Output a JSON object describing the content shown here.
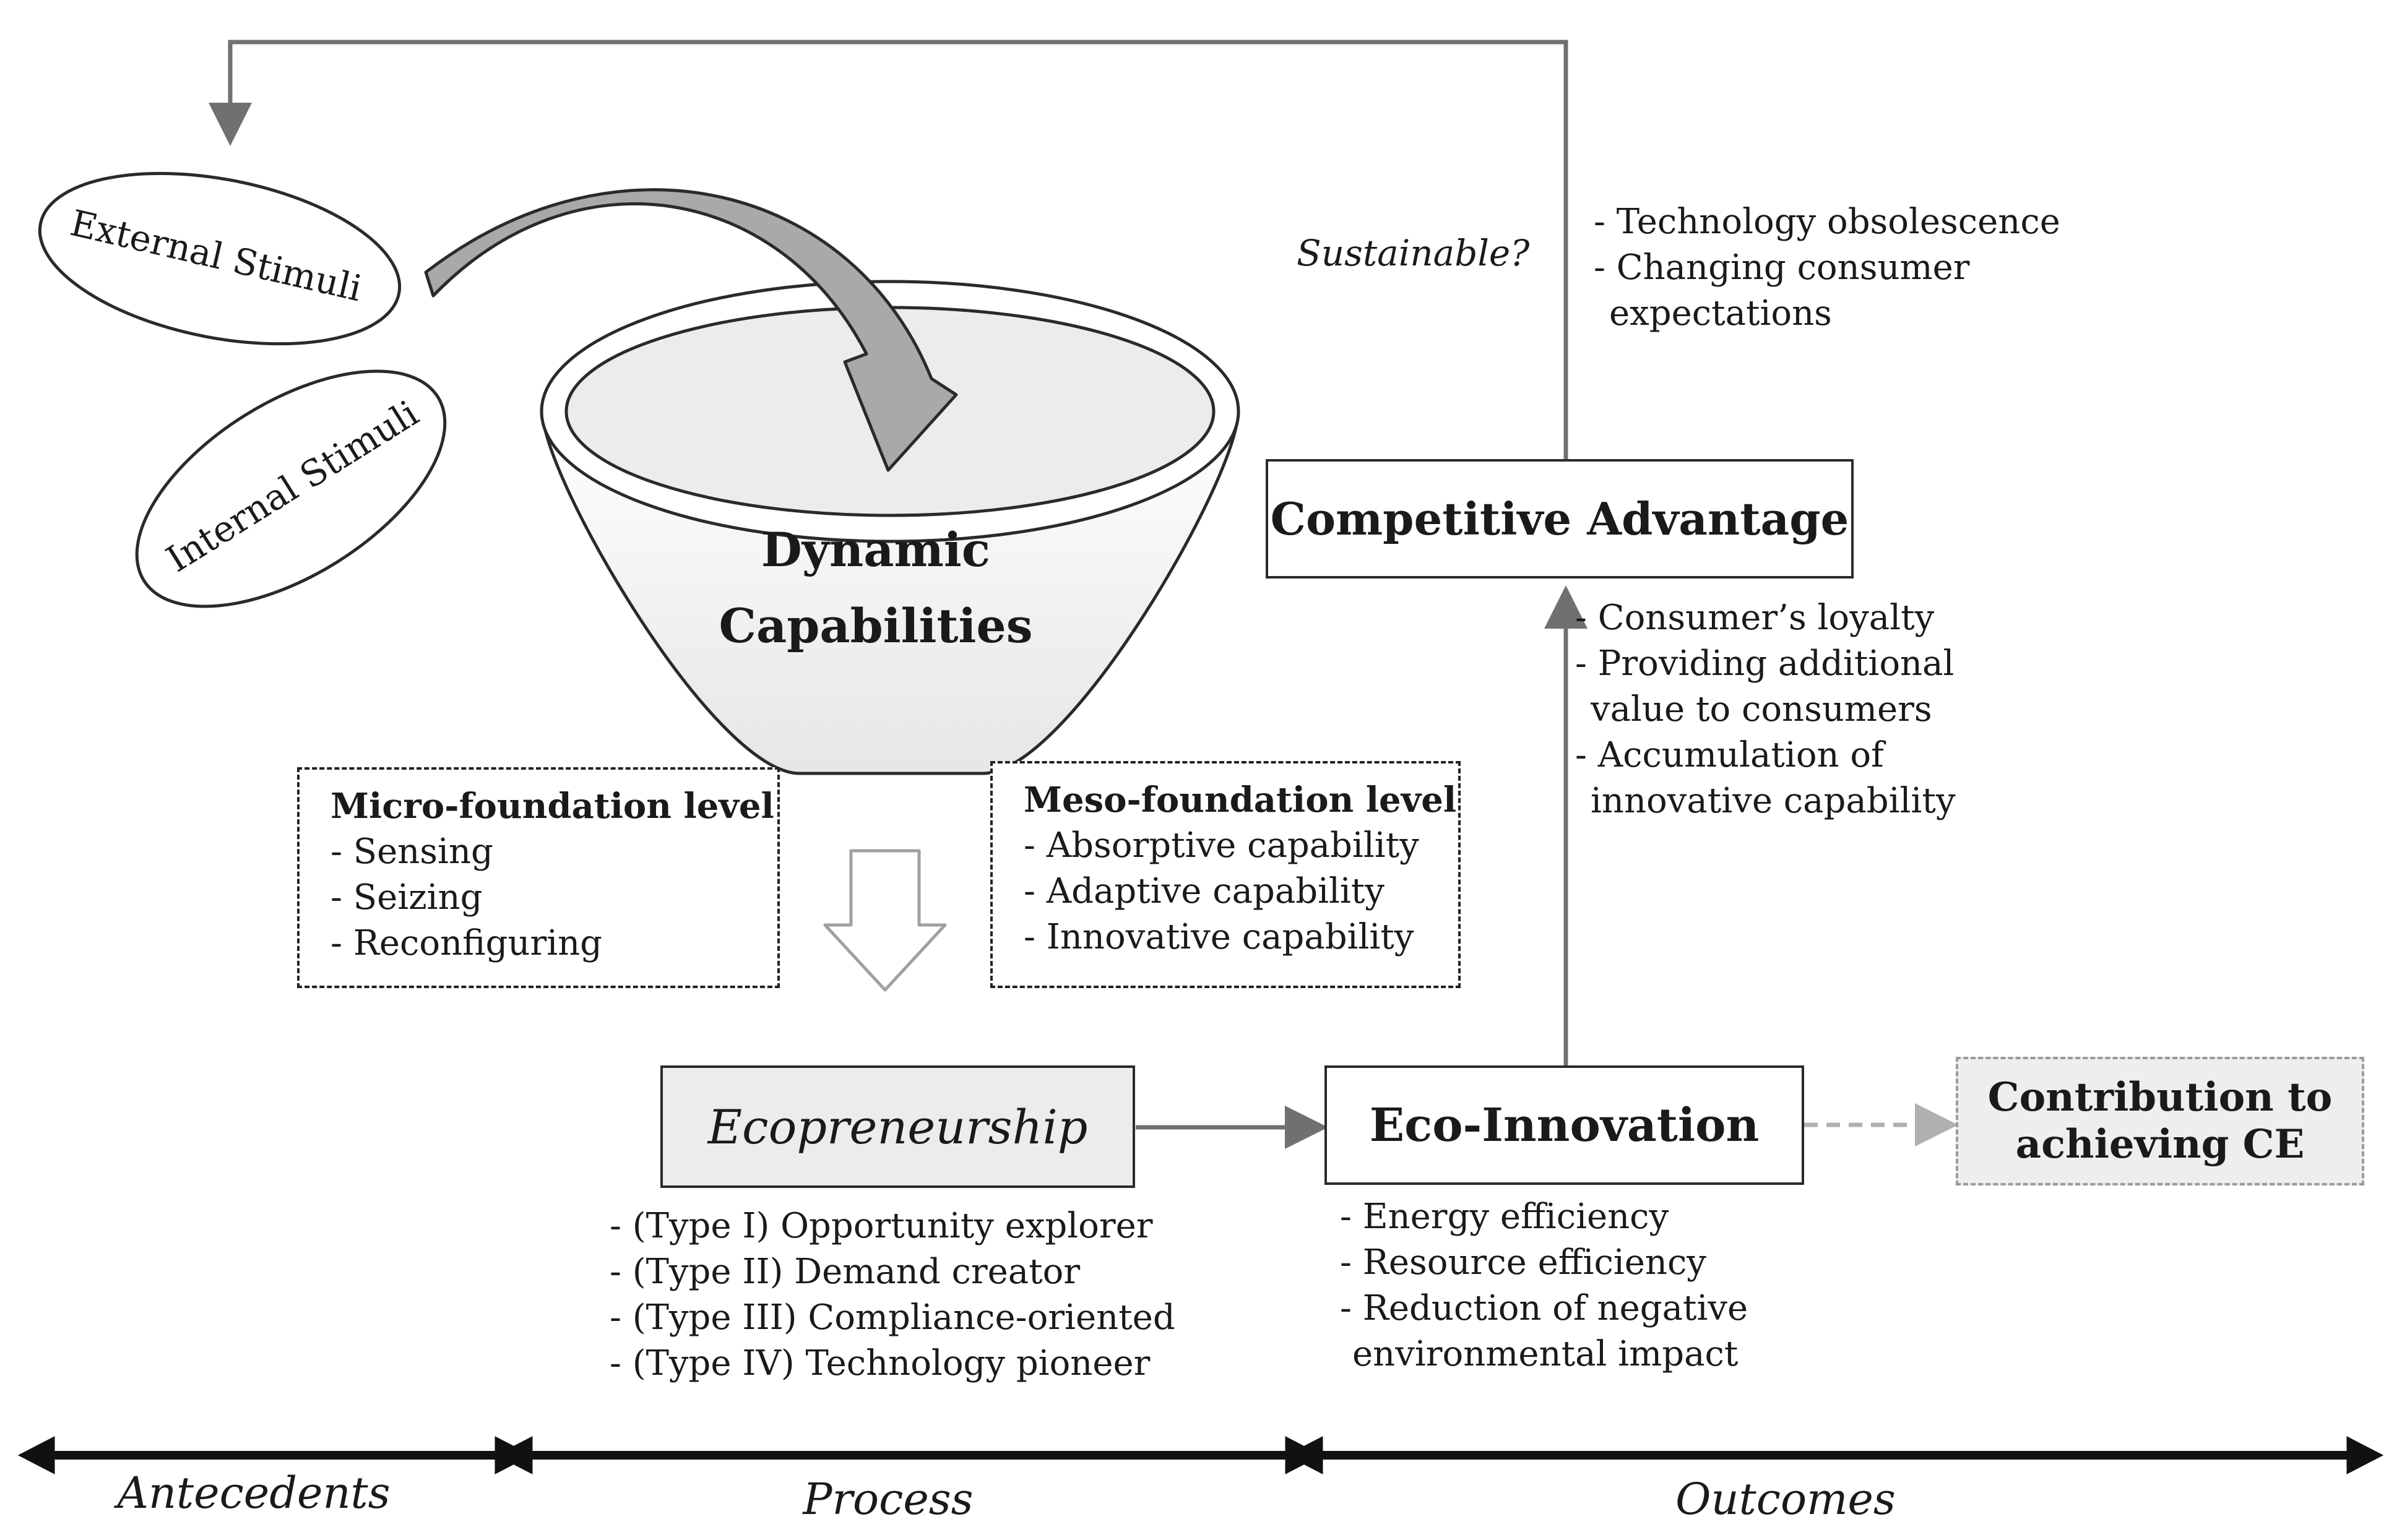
{
  "stimuli": {
    "external": "External Stimuli",
    "internal": "Internal Stimuli"
  },
  "funnel": {
    "line1": "Dynamic",
    "line2": "Capabilities"
  },
  "micro_foundation": {
    "title": "Micro-foundation level",
    "items": [
      "- Sensing",
      "- Seizing",
      "- Reconfiguring"
    ]
  },
  "meso_foundation": {
    "title": "Meso-foundation level",
    "items": [
      "- Absorptive capability",
      "- Adaptive capability",
      "- Innovative capability"
    ]
  },
  "ecopreneurship": {
    "title": "Ecopreneurship",
    "types": [
      "- (Type I) Opportunity explorer",
      "- (Type II) Demand creator",
      "- (Type III) Compliance-oriented",
      "- (Type IV) Technology pioneer"
    ]
  },
  "eco_innovation": {
    "title": "Eco-Innovation",
    "items": [
      "- Energy efficiency",
      "- Resource efficiency",
      "- Reduction of negative",
      "environmental impact"
    ]
  },
  "contribution": {
    "line1": "Contribution to",
    "line2": "achieving CE"
  },
  "competitive_advantage": {
    "title": "Competitive Advantage",
    "drivers": [
      "- Consumer’s loyalty",
      "- Providing additional",
      "value to consumers",
      "- Accumulation of",
      "innovative capability"
    ],
    "sustainable_question": "Sustainable?",
    "threats": [
      "- Technology obsolescence",
      "- Changing consumer",
      "expectations"
    ]
  },
  "timeline": {
    "antecedents": "Antecedents",
    "process": "Process",
    "outcomes": "Outcomes"
  },
  "colors": {
    "line": "#2a2a2a",
    "connector": "#707070",
    "curved_arrow_fill": "#a9a9a9",
    "shaded_box": "#ececec",
    "contribution_box": "#eeeeee",
    "dashed_connector": "#b0b0b0"
  }
}
